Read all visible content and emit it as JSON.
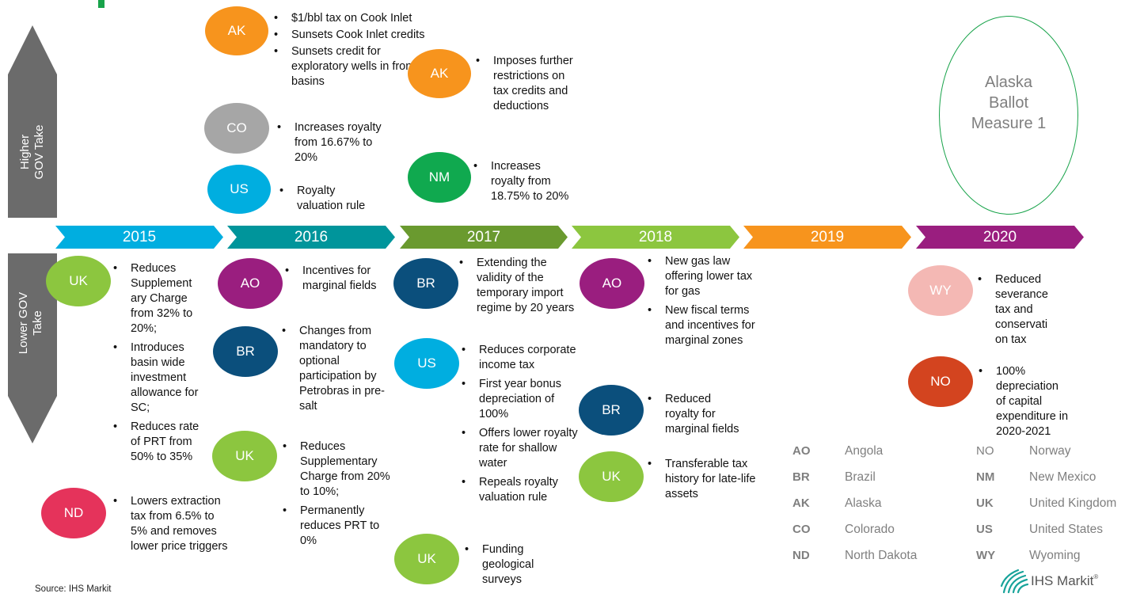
{
  "axis": {
    "higher_line1": "Higher",
    "higher_line2": "GOV Take",
    "lower_line1": "Lower GOV",
    "lower_line2": "Take"
  },
  "years": [
    "2015",
    "2016",
    "2017",
    "2018",
    "2019",
    "2020"
  ],
  "colors": {
    "y2015": "#00aee0",
    "y2016": "#00959b",
    "y2017": "#6a9a2f",
    "y2018": "#8cc63f",
    "y2019": "#f7941d",
    "y2020": "#9a1e7f",
    "AK": "#f7941d",
    "CO": "#a6a6a6",
    "US": "#00aee0",
    "NM": "#10a94f",
    "UK": "#8cc63f",
    "ND": "#e5335b",
    "AO": "#9a1e7f",
    "BR": "#0b4f7c",
    "WY": "#f4b8b4",
    "NO": "#d3441f",
    "arrow": "#6b6b6b",
    "ballot": "#18a34a"
  },
  "higher": {
    "ak1": {
      "code": "AK",
      "items": [
        "$1/bbl tax on Cook Inlet",
        "Sunsets Cook Inlet credits",
        "Sunsets credit for exploratory wells in frontier basins"
      ]
    },
    "co": {
      "code": "CO",
      "items": [
        "Increases royalty from 16.67% to 20%"
      ]
    },
    "us1": {
      "code": "US",
      "items": [
        "Royalty valuation rule"
      ]
    },
    "ak2": {
      "code": "AK",
      "items": [
        "Imposes further restrictions on tax credits and deductions"
      ]
    },
    "nm": {
      "code": "NM",
      "items": [
        "Increases royalty from 18.75% to 20%"
      ]
    },
    "ballot": {
      "line1": "Alaska",
      "line2": "Ballot",
      "line3": "Measure 1"
    }
  },
  "lower": {
    "uk2015": {
      "code": "UK",
      "items": [
        "Reduces Supplement ary Charge from 32% to 20%;",
        "Introduces basin wide investment allowance for SC;",
        "Reduces rate of PRT from 50% to 35%"
      ]
    },
    "nd": {
      "code": "ND",
      "items": [
        "Lowers extraction tax from 6.5% to 5% and removes lower price triggers"
      ]
    },
    "ao2016": {
      "code": "AO",
      "items": [
        "Incentives for marginal fields"
      ]
    },
    "br2016": {
      "code": "BR",
      "items": [
        "Changes from mandatory to optional participation by Petrobras in pre-salt"
      ]
    },
    "uk2016": {
      "code": "UK",
      "items": [
        "Reduces Supplementary Charge from 20% to 10%;",
        "Permanently reduces PRT to 0%"
      ]
    },
    "br2017": {
      "code": "BR",
      "items": [
        "Extending the validity of the temporary import regime by 20 years"
      ]
    },
    "us2017": {
      "code": "US",
      "items": [
        "Reduces corporate income tax",
        "First year bonus depreciation of 100%",
        "Offers lower royalty rate for shallow water",
        "Repeals royalty valuation rule"
      ]
    },
    "uk2017": {
      "code": "UK",
      "items": [
        "Funding geological surveys"
      ]
    },
    "ao2018": {
      "code": "AO",
      "items": [
        "New gas law offering lower tax for gas",
        "New fiscal terms and incentives for marginal zones"
      ]
    },
    "br2018": {
      "code": "BR",
      "items": [
        "Reduced royalty for marginal fields"
      ]
    },
    "uk2018": {
      "code": "UK",
      "items": [
        "Transferable tax history for late-life assets"
      ]
    },
    "wy": {
      "code": "WY",
      "items": [
        "Reduced severance tax and conservati on tax"
      ]
    },
    "no": {
      "code": "NO",
      "items": [
        "100% depreciation of capital expenditure in 2020-2021"
      ]
    }
  },
  "legend": [
    {
      "abbr": "AO",
      "name": "Angola"
    },
    {
      "abbr": "BR",
      "name": "Brazil"
    },
    {
      "abbr": "AK",
      "name": "Alaska"
    },
    {
      "abbr": "CO",
      "name": "Colorado"
    },
    {
      "abbr": "ND",
      "name": "North Dakota"
    },
    {
      "abbr": "NO",
      "name": "Norway"
    },
    {
      "abbr": "NM",
      "name": "New Mexico"
    },
    {
      "abbr": "UK",
      "name": "United Kingdom"
    },
    {
      "abbr": "US",
      "name": "United States"
    },
    {
      "abbr": "WY",
      "name": "Wyoming"
    }
  ],
  "source": "Source: IHS Markit",
  "brand": "IHS Markit"
}
